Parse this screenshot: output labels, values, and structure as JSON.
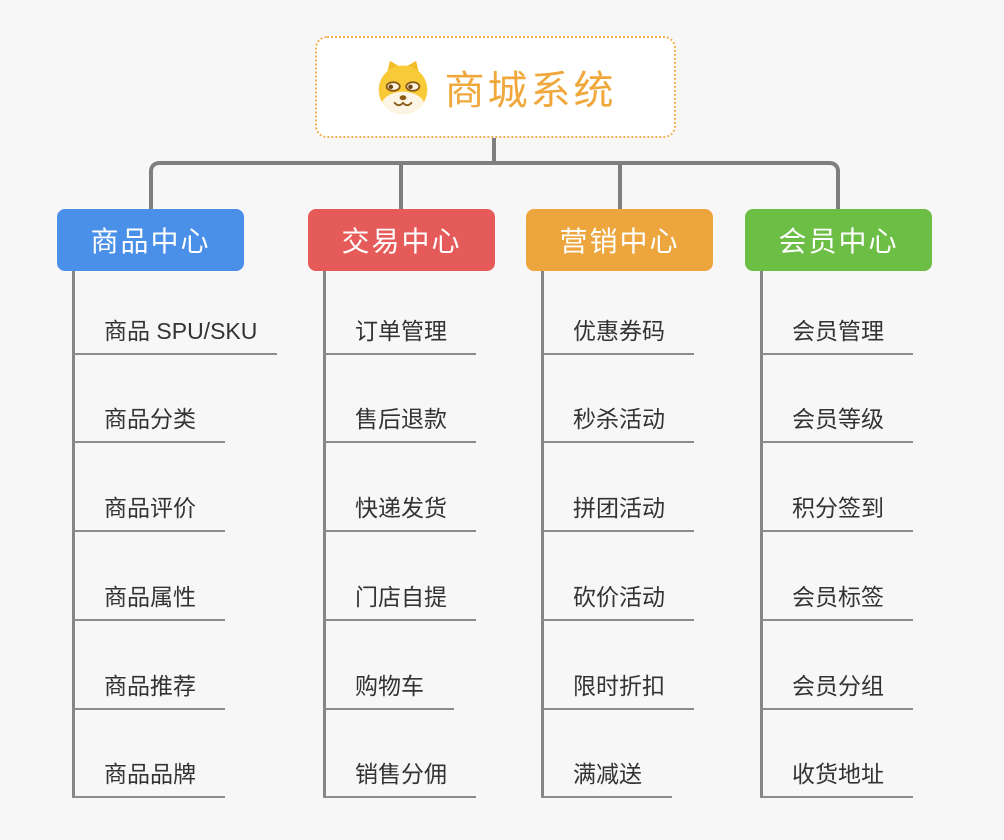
{
  "canvas": {
    "background_color": "#f7f7f7",
    "connector_color": "#7f7f7f",
    "underline_color": "#8b8b8b"
  },
  "root": {
    "label": "商城系统",
    "icon": "dog-face-icon",
    "text_color": "#f0a83c",
    "border_color": "#f3b04f",
    "background_color": "#ffffff"
  },
  "branches": [
    {
      "label": "商品中心",
      "color": "#4a90e8",
      "children": [
        "商品 SPU/SKU",
        "商品分类",
        "商品评价",
        "商品属性",
        "商品推荐",
        "商品品牌"
      ]
    },
    {
      "label": "交易中心",
      "color": "#e55b5a",
      "children": [
        "订单管理",
        "售后退款",
        "快递发货",
        "门店自提",
        "购物车",
        "销售分佣"
      ]
    },
    {
      "label": "营销中心",
      "color": "#eda63e",
      "children": [
        "优惠券码",
        "秒杀活动",
        "拼团活动",
        "砍价活动",
        "限时折扣",
        "满减送"
      ]
    },
    {
      "label": "会员中心",
      "color": "#6cbe45",
      "children": [
        "会员管理",
        "会员等级",
        "积分签到",
        "会员标签",
        "会员分组",
        "收货地址"
      ]
    }
  ]
}
